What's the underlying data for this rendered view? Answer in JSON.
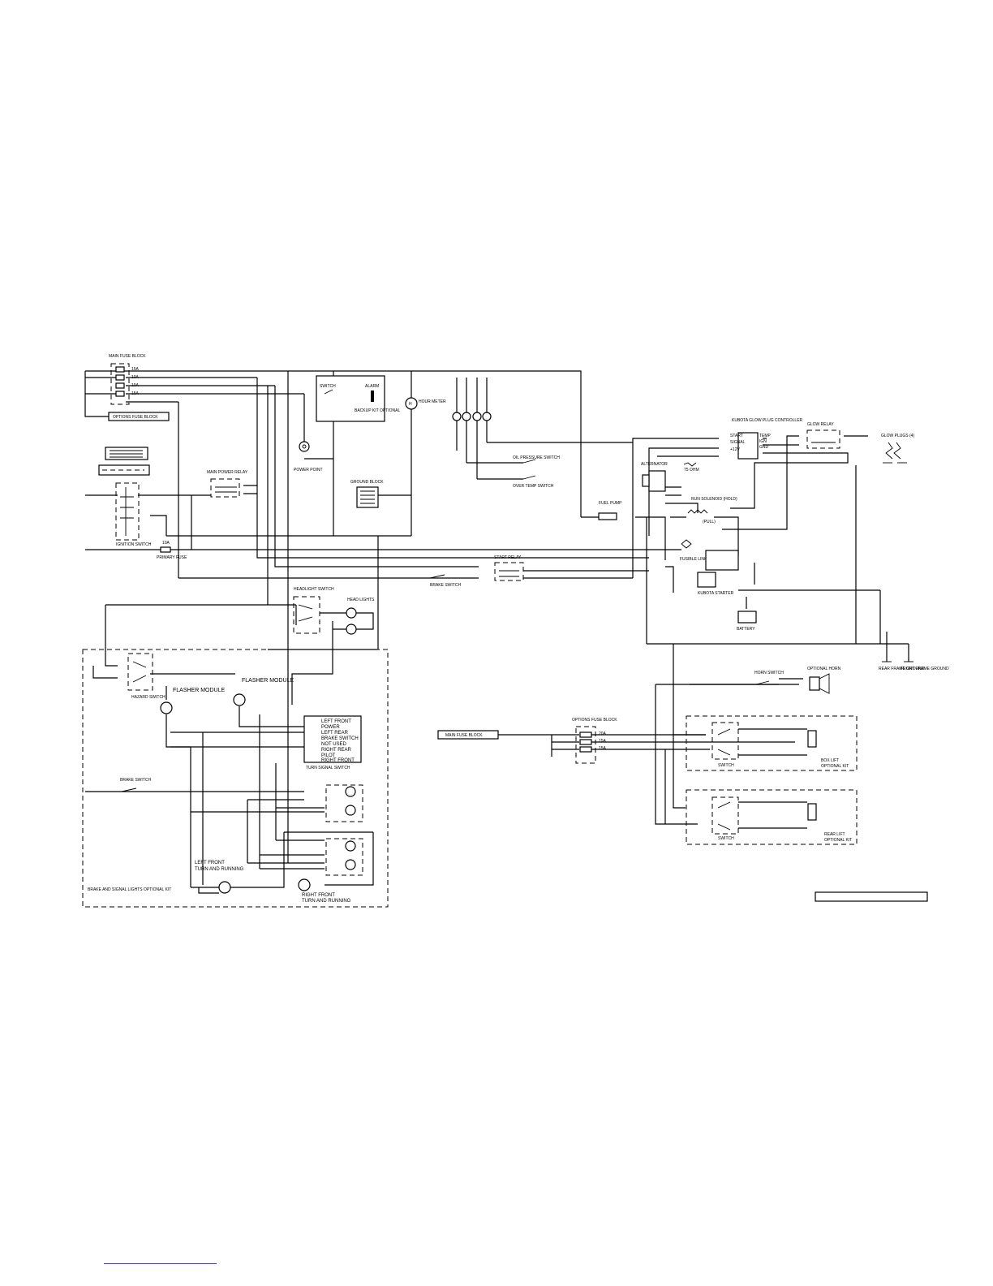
{
  "labels": {
    "main_fuse_block": "MAIN FUSE BLOCK",
    "options_fuse_block_rect": "OPTIONS FUSE BLOCK",
    "ignition_switch": "IGNITION SWITCH",
    "main_power_relay": "MAIN POWER RELAY",
    "primary_fuse": "PRIMARY FUSE",
    "primary_fuse_rating": "10A",
    "power_point": "POWER POINT",
    "switch": "SWITCH",
    "alarm": "ALARM",
    "backup_kit": "BACKUP KIT OPTIONAL",
    "hour_meter": "HOUR METER",
    "ground_block": "GROUND BLOCK",
    "oil_pressure_switch": "OIL PRESSURE SWITCH",
    "over_temp_switch": "OVER TEMP SWITCH",
    "kubota_glow_plug_controller": "KUBOTA GLOW PLUG CONTROLLER",
    "glow_relay": "GLOW RELAY",
    "glow_plugs": "GLOW PLUGS (4)",
    "alternator": "ALTERNATOR",
    "ohm_75": "75 OHM",
    "run_solenoid": "RUN SOLENOID (HOLD)",
    "pull": "(PULL)",
    "fuel_pump": "FUEL PUMP",
    "fusible_link": "FUSIBLE LINK",
    "kubota_starter": "KUBOTA STARTER",
    "battery": "BATTERY",
    "start_relay": "START RELAY",
    "brake_switch": "BRAKE SWITCH",
    "headlight_switch": "HEADLIGHT SWITCH",
    "head_lights": "HEAD LIGHTS",
    "rear_frame_ground": "REAR FRAME GROUND",
    "front_frame_ground": "FRONT FRAME GROUND",
    "hazard_switch": "HAZARD SWITCH",
    "flasher_module": "FLASHER MODULE",
    "left_front": "LEFT FRONT",
    "power": "POWER",
    "left_rear": "LEFT REAR",
    "brake_switch_pin": "BRAKE SWITCH",
    "not_used": "NOT USED",
    "right_rear": "RIGHT REAR",
    "pilot": "PILOT",
    "right_front": "RIGHT FRONT",
    "turn_signal_switch": "TURN SIGNAL SWITCH",
    "left_front_turn": "LEFT FRONT",
    "turn_and_running": "TURN AND RUNNING",
    "right_front_turn": "RIGHT FRONT",
    "brake_signal_kit": "BRAKE AND SIGNAL LIGHTS OPTIONAL KIT",
    "horn_switch": "HORN SWITCH",
    "optional_horn": "OPTIONAL HORN",
    "options_fuse_block": "OPTIONS FUSE BLOCK",
    "box_lift": "BOX LIFT",
    "rear_lift": "REAR LIFT",
    "optional_kit": "OPTIONAL KIT"
  },
  "main_fuses": [
    "15A",
    "10A",
    "10A",
    "15A"
  ],
  "option_fuses": [
    "20A",
    "15A",
    "15A"
  ],
  "kubota_pins": [
    "TEMP",
    "START",
    "GND",
    "SIGNAL",
    "IGN",
    "+12V"
  ]
}
